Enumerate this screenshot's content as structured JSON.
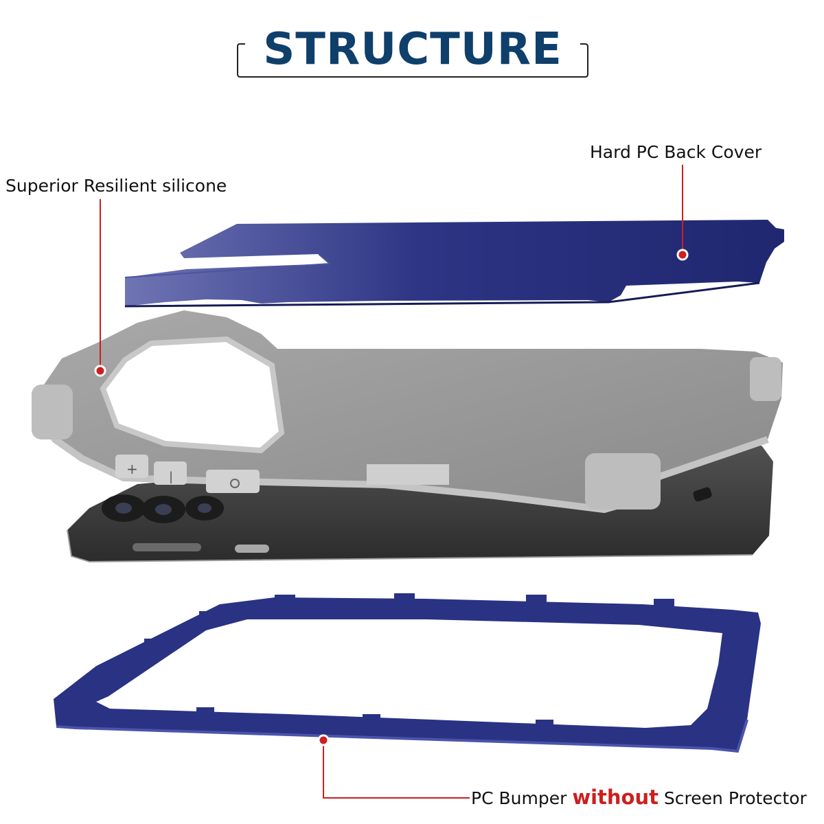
{
  "title": "STRUCTURE",
  "labels": {
    "silicone": "Superior Resilient silicone",
    "back_cover": "Hard PC Back Cover",
    "bumper_prefix": "PC Bumper ",
    "bumper_emphasis": "without",
    "bumper_suffix": " Screen Protector"
  },
  "colors": {
    "title": "#0f3f6b",
    "navy": "#232c78",
    "silicone": "#9a9a9a",
    "phone": "#3d3d3d",
    "leader": "#cc1f1f"
  },
  "icons": [
    "volume-up-icon",
    "volume-down-icon",
    "power-icon"
  ]
}
